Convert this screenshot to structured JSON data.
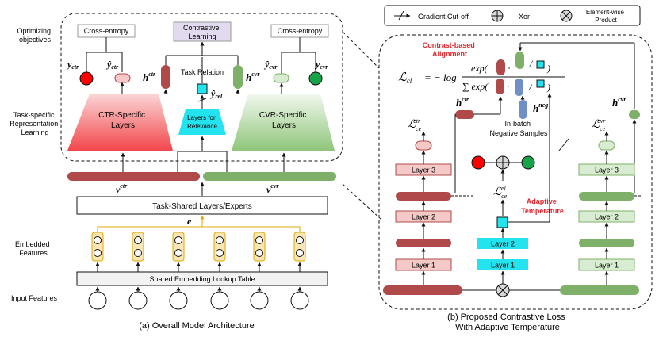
{
  "colors": {
    "ctr": "#b04a4a",
    "ctr_light": "#f6c9c9",
    "cvr": "#7fb069",
    "cvr_light": "#d7ecd0",
    "cyan": "#22e3ee",
    "neg": "#6f8fc6",
    "red_label": "#e8242b",
    "dot_red": "#ff0000",
    "dot_green": "#17a34a"
  },
  "left": {
    "side_labels": {
      "objectives": [
        "Optimizing",
        "objectives"
      ],
      "task_specific": [
        "Task-specific",
        "Representation",
        "Learning"
      ],
      "embedded": [
        "Embedded",
        "Features"
      ],
      "input": "Input Features"
    },
    "cross_entropy_left": "Cross-entropy",
    "cross_entropy_right": "Cross-entropy",
    "contrastive": [
      "Contrastive",
      "Learning"
    ],
    "task_relation": "Task Relation",
    "ctr_layers": [
      "CTR-Specific",
      "Layers"
    ],
    "cvr_layers": [
      "CVR-Specific",
      "Layers"
    ],
    "relevance_layers": [
      "Layers for",
      "Relevance"
    ],
    "shared_layers": "Task-Shared Layers/Experts",
    "embedding_table": "Shared Embedding Lookup Table",
    "math": {
      "y_ctr": "y",
      "y_ctr_sub": "ctr",
      "yhat_ctr": "ŷ",
      "yhat_ctr_sub": "ctr",
      "h_ctr": "h",
      "h_ctr_sup": "ctr",
      "yhat_rel": "ŷ",
      "yhat_rel_sub": "rel",
      "h_cvr": "h",
      "h_cvr_sup": "cvr",
      "yhat_cvr": "ŷ",
      "yhat_cvr_sub": "cvr",
      "y_cvr": "y",
      "y_cvr_sub": "cvr",
      "v_ctr": "v",
      "v_ctr_sup": "ctr",
      "v_cvr": "v",
      "v_cvr_sup": "cvr",
      "e": "e"
    },
    "caption": "(a) Overall Model Architecture"
  },
  "right": {
    "legend": {
      "cutoff": "Gradient Cut-off",
      "xor": "Xor",
      "product": [
        "Element-wise",
        "Product"
      ]
    },
    "contrast_label": [
      "Contrast-based",
      "Alignment"
    ],
    "loss": {
      "L": "ℒ",
      "L_sub": "cl",
      "eq": "= − log",
      "exp": "exp(",
      "sum_exp": "∑ exp(",
      "close": ")",
      "slash": "/"
    },
    "h_ctr": "h",
    "h_ctr_sup": "ctr",
    "h_neg": "h",
    "h_neg_sup": "neg",
    "h_cvr": "h",
    "h_cvr_sup": "cvr",
    "in_batch": [
      "In-batch",
      "Negative Samples"
    ],
    "adaptive": [
      "Adaptive",
      "Temperature"
    ],
    "L_ce_ctr": "ℒ",
    "L_ce_ctr_sub": "ce",
    "L_ce_ctr_sup": "ctr",
    "L_ce_rel": "ℒ",
    "L_ce_rel_sub": "ce",
    "L_ce_rel_sup": "rel",
    "L_ce_cvr": "ℒ",
    "L_ce_cvr_sub": "ce",
    "L_ce_cvr_sup": "cvr",
    "ctr_layers": [
      "Layer 1",
      "Layer 2",
      "Layer 3"
    ],
    "rel_layers": [
      "Layer 1",
      "Layer 2"
    ],
    "cvr_layers": [
      "Layer 1",
      "Layer 2",
      "Layer 3"
    ],
    "caption": [
      "(b) Proposed Contrastive Loss",
      "With Adaptive Temperature"
    ]
  }
}
